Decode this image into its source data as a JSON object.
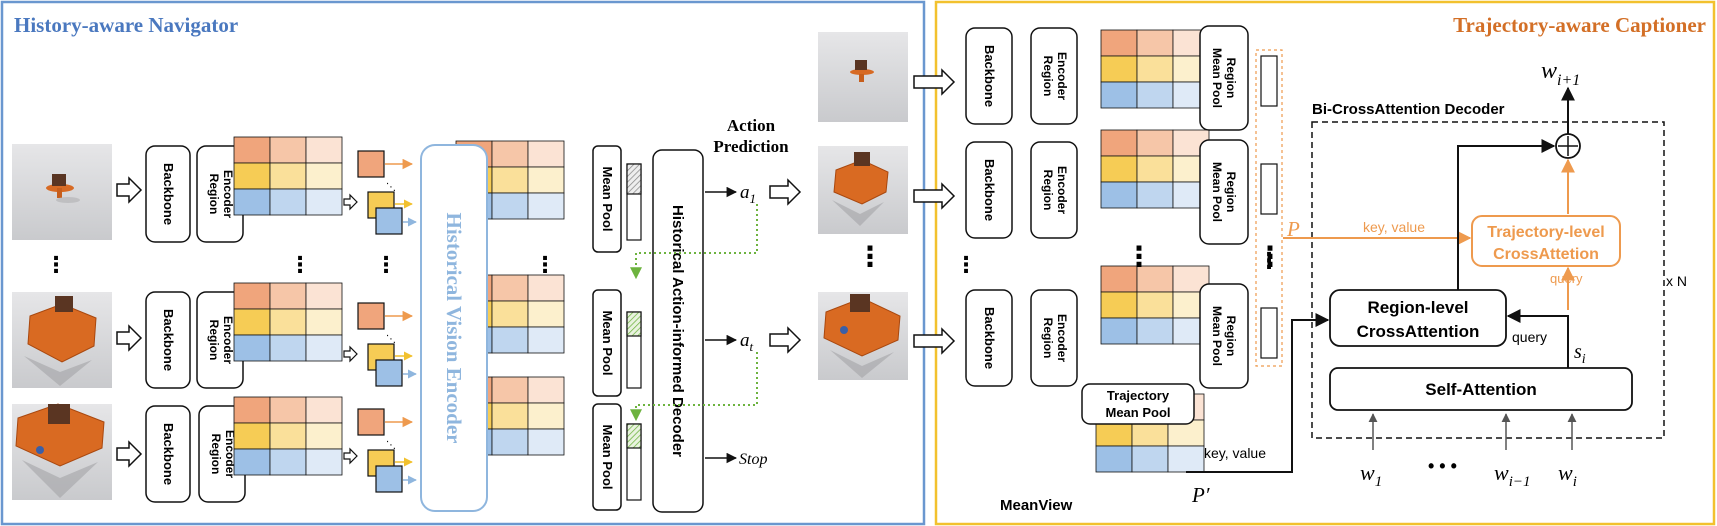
{
  "panels": {
    "navigator_title": "History-aware Navigator",
    "captioner_title": "Trajectory-aware Captioner"
  },
  "labels": {
    "backbone": "Backbone",
    "region_encoder_1": "Region",
    "region_encoder_2": "Encoder",
    "mean_pool": "Mean Pool",
    "region_mean_pool_1": "Region",
    "region_mean_pool_2": "Mean Pool",
    "historical_vision_encoder": "Historical Vision Encoder",
    "action_decoder": "Historical Action-informed Decoder",
    "action_prediction_1": "Action",
    "action_prediction_2": "Prediction",
    "a1": "a",
    "a1_sub": "1",
    "at": "a",
    "at_sub": "t",
    "stop": "Stop",
    "trajectory_mean_pool_1": "Trajectory",
    "trajectory_mean_pool_2": "Mean Pool",
    "meanview": "MeanView",
    "p": "P",
    "p_prime": "P′",
    "bi_cross_attention_decoder": "Bi-CrossAttention Decoder",
    "trajectory_cross_1": "Trajectory-level",
    "trajectory_cross_2": "CrossAttetion",
    "region_cross_1": "Region-level",
    "region_cross_2": "CrossAttention",
    "self_attention": "Self-Attention",
    "key_value": "key, value",
    "key_value_2": "key, value",
    "query": "query",
    "query_2": "query",
    "xn": "x N",
    "w_next": "w",
    "w_next_sub": "i+1",
    "s_i": "s",
    "s_i_sub": "i",
    "w1": "w",
    "w1_sub": "1",
    "w_prev": "w",
    "w_prev_sub": "i−1",
    "w_i": "w",
    "w_i_sub": "i",
    "ellipsis_h": "• • •",
    "plus": "+"
  },
  "colors": {
    "navigator_border": "#6a97cf",
    "captioner_border": "#f2c12e",
    "navigator_title": "#4a78bf",
    "captioner_title": "#d36f26",
    "orange_accent": "#ee9a4e",
    "green_dashed": "#6db33f",
    "grid_row1": [
      "#f0a57c",
      "#f6c6a8",
      "#fbe3d4"
    ],
    "grid_row2": [
      "#f6cc55",
      "#fae09a",
      "#fcf0cd"
    ],
    "grid_row3": [
      "#9dc0e6",
      "#bfd6ef",
      "#dfeaf7"
    ]
  }
}
